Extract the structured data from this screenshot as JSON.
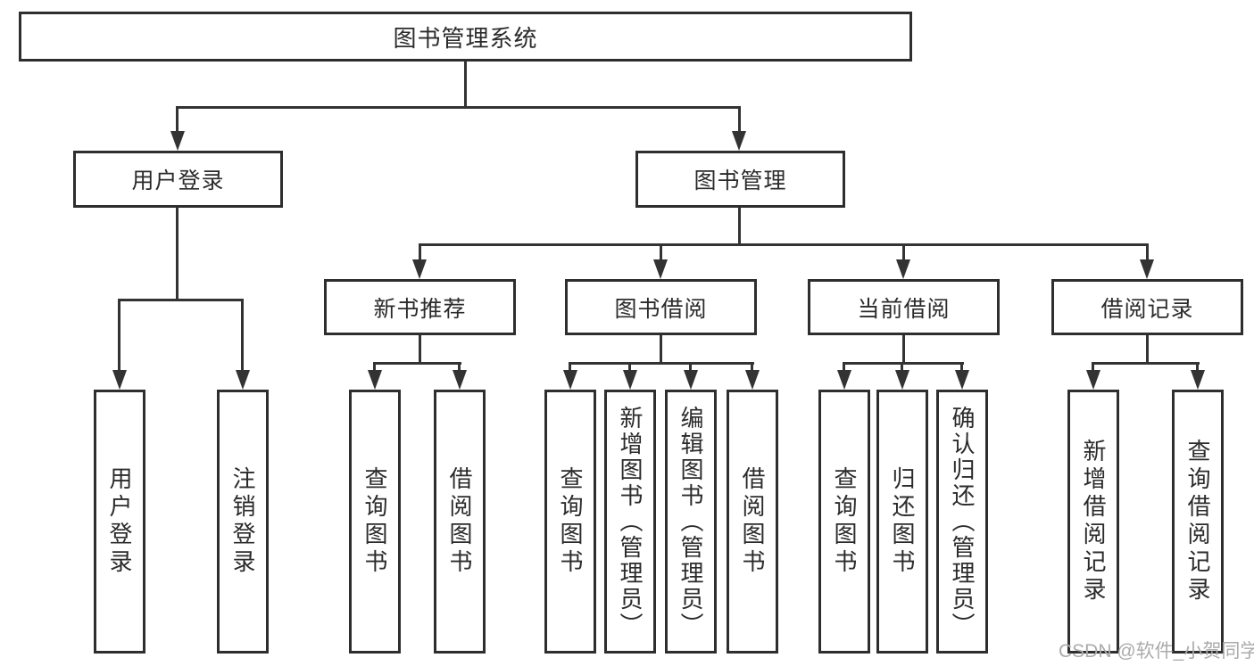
{
  "nodes": {
    "root": "图书管理系统",
    "user_login": "用户登录",
    "book_management": "图书管理",
    "new_book_recommend": "新书推荐",
    "book_borrow": "图书借阅",
    "current_borrow": "当前借阅",
    "borrow_records": "借阅记录",
    "leaf_user_login": "用户登录",
    "leaf_logout": "注销登录",
    "leaf_query_books_1": "查询图书",
    "leaf_borrow_books_1": "借阅图书",
    "leaf_query_books_2": "查询图书",
    "leaf_add_book_admin": "新增图书（管理员）",
    "leaf_edit_book_admin": "编辑图书（管理员）",
    "leaf_borrow_books_2": "借阅图书",
    "leaf_query_books_3": "查询图书",
    "leaf_return_book": "归还图书",
    "leaf_confirm_return_admin": "确认归还（管理员）",
    "leaf_add_borrow_record": "新增借阅记录",
    "leaf_query_borrow_record": "查询借阅记录"
  },
  "structure": {
    "root": [
      "user_login",
      "book_management"
    ],
    "user_login": [
      "leaf_user_login",
      "leaf_logout"
    ],
    "book_management": [
      "new_book_recommend",
      "book_borrow",
      "current_borrow",
      "borrow_records"
    ],
    "new_book_recommend": [
      "leaf_query_books_1",
      "leaf_borrow_books_1"
    ],
    "book_borrow": [
      "leaf_query_books_2",
      "leaf_add_book_admin",
      "leaf_edit_book_admin",
      "leaf_borrow_books_2"
    ],
    "current_borrow": [
      "leaf_query_books_3",
      "leaf_return_book",
      "leaf_confirm_return_admin"
    ],
    "borrow_records": [
      "leaf_add_borrow_record",
      "leaf_query_borrow_record"
    ]
  },
  "watermark": "CSDN @软件_小贺同学",
  "colors": {
    "background": "#ffffff",
    "line": "#333333",
    "box_border": "#2e2e2e",
    "text": "#2b2b2b",
    "watermark": "#ababab"
  }
}
